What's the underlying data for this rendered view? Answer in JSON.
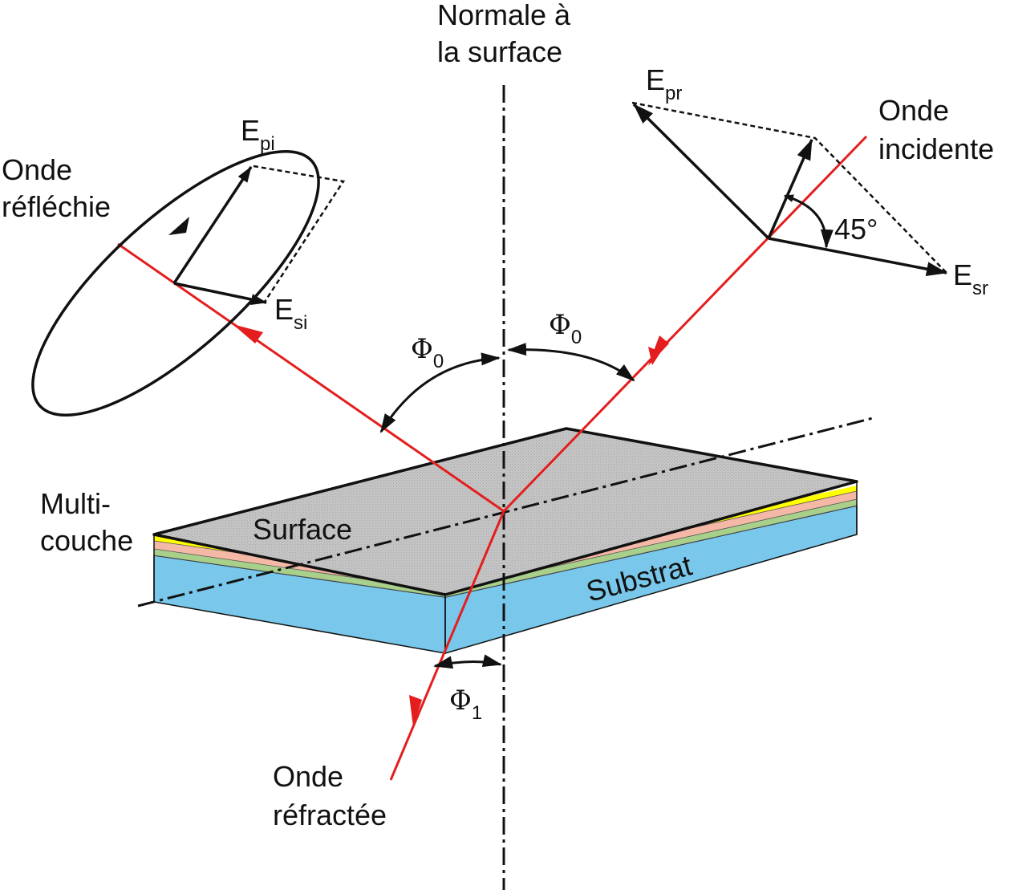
{
  "labels": {
    "normal_line1": "Normale à",
    "normal_line2": "la surface",
    "incident_line1": "Onde",
    "incident_line2": "incidente",
    "reflected_line1": "Onde",
    "reflected_line2": "réfléchie",
    "refracted_line1": "Onde",
    "refracted_line2": "réfractée",
    "multilayer_line1": "Multi-",
    "multilayer_line2": "couche",
    "surface": "Surface",
    "substrate": "Substrat",
    "angle45": "45°"
  },
  "vectors": {
    "epi": {
      "base": "E",
      "sub": "pi"
    },
    "esi": {
      "base": "E",
      "sub": "si"
    },
    "epr": {
      "base": "E",
      "sub": "pr"
    },
    "esr": {
      "base": "E",
      "sub": "sr"
    }
  },
  "angles": {
    "phi0_left": {
      "symbol": "Φ",
      "sub": "0"
    },
    "phi0_right": {
      "symbol": "Φ",
      "sub": "0"
    },
    "phi1": {
      "symbol": "Φ",
      "sub": "1"
    }
  },
  "colors": {
    "ray": "#e41e1e",
    "ink": "#111111",
    "surface_gray": "#bdbdbd",
    "substrate_blue": "#79c7ea",
    "layer_yellow": "#ffff00",
    "layer_pink": "#f4b8a6",
    "layer_green": "#a9d08a"
  }
}
